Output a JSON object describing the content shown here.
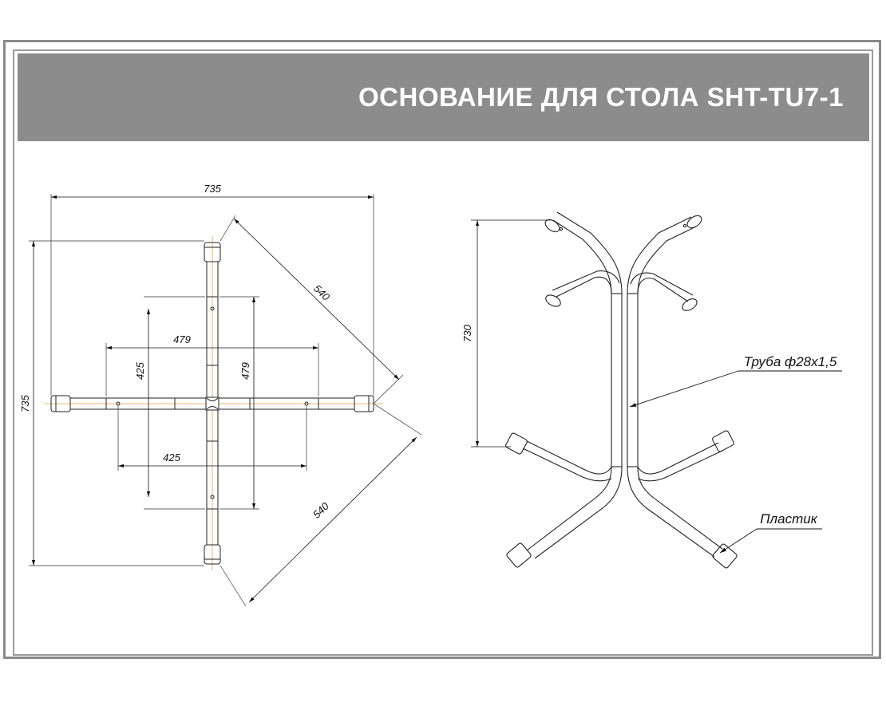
{
  "title": "ОСНОВАНИЕ ДЛЯ СТОЛА SHT-TU7-1",
  "plan_view": {
    "dim_overall_width": "735",
    "dim_overall_height": "735",
    "dim_diagonal_upper": "540",
    "dim_diagonal_lower": "540",
    "dim_inner_width": "479",
    "dim_inner_height": "479",
    "dim_hole_span_h": "425",
    "dim_hole_span_v": "425"
  },
  "side_view": {
    "dim_height": "730",
    "label_tube": "Труба ф28х1,5",
    "label_plastic": "Пластик"
  },
  "colors": {
    "banner": "#8c8c8c",
    "line": "#222222",
    "centerline": "#e8a040"
  }
}
